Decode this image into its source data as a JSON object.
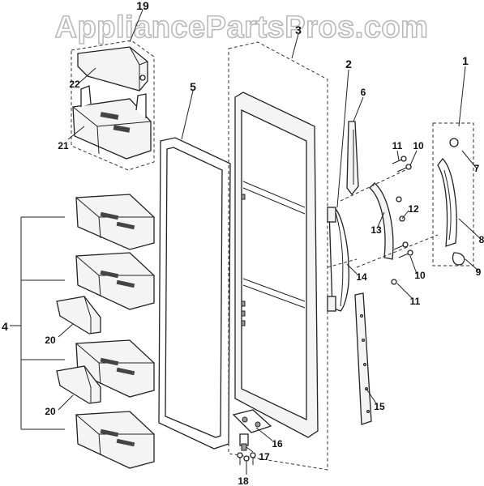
{
  "watermark": "AppliancePartsPros.com",
  "callouts": {
    "c1": "1",
    "c2": "2",
    "c3": "3",
    "c4": "4",
    "c5": "5",
    "c6": "6",
    "c7": "7",
    "c8": "8",
    "c9": "9",
    "c10a": "10",
    "c10b": "10",
    "c11a": "11",
    "c11b": "11",
    "c12": "12",
    "c13": "13",
    "c14": "14",
    "c15": "15",
    "c16": "16",
    "c17": "17",
    "c18": "18",
    "c19": "19",
    "c20a": "20",
    "c20b": "20",
    "c21": "21",
    "c22": "22"
  }
}
